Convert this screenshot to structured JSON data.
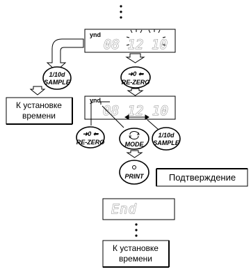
{
  "top_continuation": "⋮",
  "display1": {
    "indicator": "ynd",
    "value": "08 12 10"
  },
  "display2": {
    "indicator": "ynd",
    "value": "08 12 10"
  },
  "display3": {
    "value": "End"
  },
  "buttons": {
    "sample_1": {
      "line1": "1/10d",
      "line2": "SAMPLE"
    },
    "rezero_1": {
      "line2": "RE-ZERO"
    },
    "rezero_2": {
      "line2": "RE-ZERO"
    },
    "mode": {
      "line2": "MODE"
    },
    "sample_2": {
      "line1": "1/10d",
      "line2": "SAMPLE"
    },
    "print": {
      "line2": "PRINT"
    }
  },
  "labels": {
    "to_time_setting_1": "К установке времени",
    "confirmation": "Подтверждение",
    "to_time_setting_2": "К установке времени"
  },
  "bottom_continuation": "⋮"
}
